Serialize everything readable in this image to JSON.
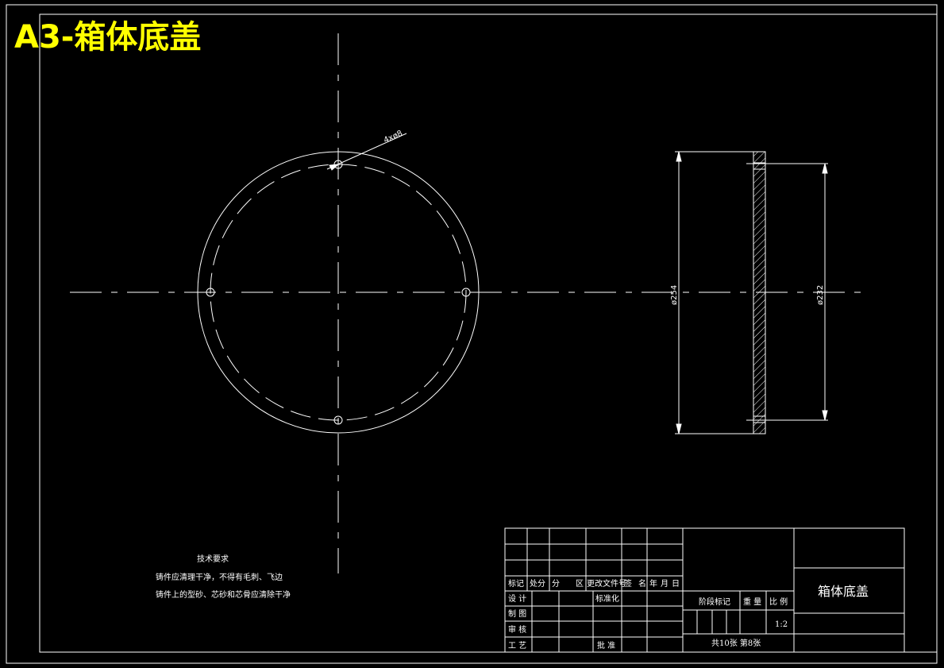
{
  "title": "A3-箱体底盖",
  "colors": {
    "background": "#000000",
    "lines": "#ffffff",
    "title": "#ffff00",
    "hatch": "#ffffff"
  },
  "dimensions": {
    "holes": "4xø8",
    "outer_dia": "ø254",
    "inner_dia": "ø232"
  },
  "tech_requirements": {
    "heading": "技术要求",
    "line1": "铸件应清理干净，不得有毛刺、飞边",
    "line2": "铸件上的型砂、芯砂和芯骨应清除干净"
  },
  "title_block": {
    "header": [
      "标记",
      "处分",
      "分",
      "区",
      "更改文件号",
      "签",
      "名",
      "年",
      "月",
      "日"
    ],
    "design": "设 计",
    "standardize": "标准化",
    "drawing": "制 图",
    "review": "审 核",
    "process": "工 艺",
    "approve": "批 准",
    "stage_mark": "阶段标记",
    "weight": "重 量",
    "scale_label": "比 例",
    "scale_value": "1:2",
    "part_name": "箱体底盖",
    "sheets": "共10张  第8张"
  }
}
